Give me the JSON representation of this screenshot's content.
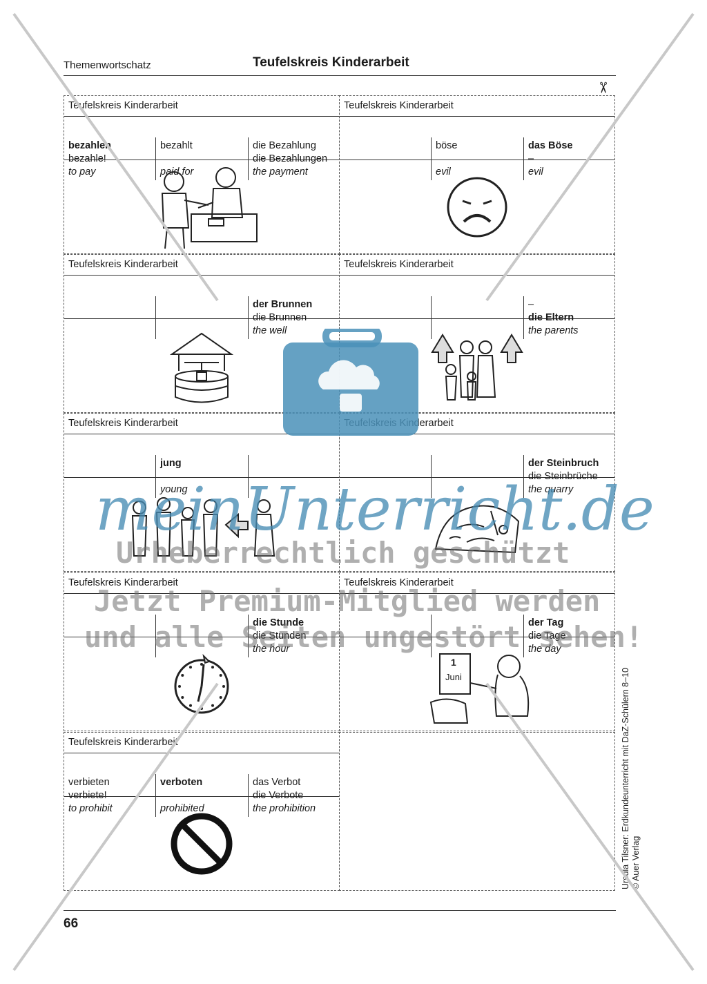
{
  "header": {
    "left_label": "Themenwortschatz",
    "title": "Teufelskreis Kinderarbeit"
  },
  "footer": {
    "page_number": "66",
    "side_credit_line1": "Ursula Tilsner: Erdkundeunterricht mit DaZ-Schülern 8–10",
    "side_credit_line2": "© Auer Verlag"
  },
  "cards": [
    {
      "title": "Teufelskreis Kinderarbeit",
      "cells": [
        [
          {
            "t": "bezahlen",
            "s": "b"
          },
          {
            "t": "bezahle!",
            "s": ""
          },
          {
            "t": "to pay",
            "s": "i"
          }
        ],
        [
          {
            "t": "bezahlt",
            "s": ""
          },
          {
            "t": "",
            "s": ""
          },
          {
            "t": "paid for",
            "s": "i"
          }
        ],
        [
          {
            "t": "die Bezahlung",
            "s": ""
          },
          {
            "t": "die Bezahlungen",
            "s": ""
          },
          {
            "t": "the payment",
            "s": "i"
          }
        ]
      ],
      "picture_icon": "payment-scene-icon"
    },
    {
      "title": "Teufelskreis Kinderarbeit",
      "cells": [
        [
          {
            "t": "",
            "s": ""
          },
          {
            "t": "",
            "s": ""
          },
          {
            "t": "",
            "s": ""
          }
        ],
        [
          {
            "t": "böse",
            "s": ""
          },
          {
            "t": "",
            "s": ""
          },
          {
            "t": "evil",
            "s": "i"
          }
        ],
        [
          {
            "t": "das Böse",
            "s": "b"
          },
          {
            "t": "–",
            "s": ""
          },
          {
            "t": "evil",
            "s": "i"
          }
        ]
      ],
      "picture_icon": "sad-face-icon"
    },
    {
      "title": "Teufelskreis Kinderarbeit",
      "cells": [
        [
          {
            "t": "",
            "s": ""
          },
          {
            "t": "",
            "s": ""
          },
          {
            "t": "",
            "s": ""
          }
        ],
        [
          {
            "t": "",
            "s": ""
          },
          {
            "t": "",
            "s": ""
          },
          {
            "t": "",
            "s": ""
          }
        ],
        [
          {
            "t": "der Brunnen",
            "s": "b"
          },
          {
            "t": "die Brunnen",
            "s": ""
          },
          {
            "t": "the well",
            "s": "i"
          }
        ]
      ],
      "picture_icon": "well-icon"
    },
    {
      "title": "Teufelskreis Kinderarbeit",
      "cells": [
        [
          {
            "t": "",
            "s": ""
          },
          {
            "t": "",
            "s": ""
          },
          {
            "t": "",
            "s": ""
          }
        ],
        [
          {
            "t": "",
            "s": ""
          },
          {
            "t": "",
            "s": ""
          },
          {
            "t": "",
            "s": ""
          }
        ],
        [
          {
            "t": "–",
            "s": ""
          },
          {
            "t": "die Eltern",
            "s": "b"
          },
          {
            "t": "the parents",
            "s": "i"
          }
        ]
      ],
      "picture_icon": "family-icon"
    },
    {
      "title": "Teufelskreis Kinderarbeit",
      "cells": [
        [
          {
            "t": "",
            "s": ""
          },
          {
            "t": "",
            "s": ""
          },
          {
            "t": "",
            "s": ""
          }
        ],
        [
          {
            "t": "jung",
            "s": "b"
          },
          {
            "t": "",
            "s": ""
          },
          {
            "t": "young",
            "s": "i"
          }
        ],
        [
          {
            "t": "",
            "s": ""
          },
          {
            "t": "",
            "s": ""
          },
          {
            "t": "",
            "s": ""
          }
        ]
      ],
      "picture_icon": "young-people-icon"
    },
    {
      "title": "Teufelskreis Kinderarbeit",
      "cells": [
        [
          {
            "t": "",
            "s": ""
          },
          {
            "t": "",
            "s": ""
          },
          {
            "t": "",
            "s": ""
          }
        ],
        [
          {
            "t": "",
            "s": ""
          },
          {
            "t": "",
            "s": ""
          },
          {
            "t": "",
            "s": ""
          }
        ],
        [
          {
            "t": "der Steinbruch",
            "s": "b"
          },
          {
            "t": "die Steinbrüche",
            "s": ""
          },
          {
            "t": "the quarry",
            "s": "i"
          }
        ]
      ],
      "picture_icon": "quarry-icon"
    },
    {
      "title": "Teufelskreis Kinderarbeit",
      "cells": [
        [
          {
            "t": "",
            "s": ""
          },
          {
            "t": "",
            "s": ""
          },
          {
            "t": "",
            "s": ""
          }
        ],
        [
          {
            "t": "",
            "s": ""
          },
          {
            "t": "",
            "s": ""
          },
          {
            "t": "",
            "s": ""
          }
        ],
        [
          {
            "t": "die Stunde",
            "s": "b"
          },
          {
            "t": "die Stunden",
            "s": ""
          },
          {
            "t": "the hour",
            "s": "i"
          }
        ]
      ],
      "picture_icon": "clock-icon"
    },
    {
      "title": "Teufelskreis Kinderarbeit",
      "cells": [
        [
          {
            "t": "",
            "s": ""
          },
          {
            "t": "",
            "s": ""
          },
          {
            "t": "",
            "s": ""
          }
        ],
        [
          {
            "t": "",
            "s": ""
          },
          {
            "t": "",
            "s": ""
          },
          {
            "t": "",
            "s": ""
          }
        ],
        [
          {
            "t": "der Tag",
            "s": "b"
          },
          {
            "t": "die Tage",
            "s": ""
          },
          {
            "t": "the day",
            "s": "i"
          }
        ]
      ],
      "picture_icon": "calendar-person-icon",
      "calendar_day": "1",
      "calendar_month": "Juni"
    },
    {
      "title": "Teufelskreis Kinderarbeit",
      "cells": [
        [
          {
            "t": "verbieten",
            "s": ""
          },
          {
            "t": "verbiete!",
            "s": ""
          },
          {
            "t": "to prohibit",
            "s": "i"
          }
        ],
        [
          {
            "t": "verboten",
            "s": "b"
          },
          {
            "t": "",
            "s": ""
          },
          {
            "t": "prohibited",
            "s": "i"
          }
        ],
        [
          {
            "t": "das Verbot",
            "s": ""
          },
          {
            "t": "die Verbote",
            "s": ""
          },
          {
            "t": "the prohibition",
            "s": "i"
          }
        ]
      ],
      "picture_icon": "prohibition-sign-icon"
    }
  ],
  "watermark": {
    "brand": "meinUnterricht.de",
    "line1": "Urheberrechtlich geschützt",
    "line2": "Jetzt Premium-Mitglied werden",
    "line3": "und alle Seiten ungestört sehen!",
    "brand_color": "#4a90b8",
    "icon": "briefcase-cloud-icon"
  }
}
